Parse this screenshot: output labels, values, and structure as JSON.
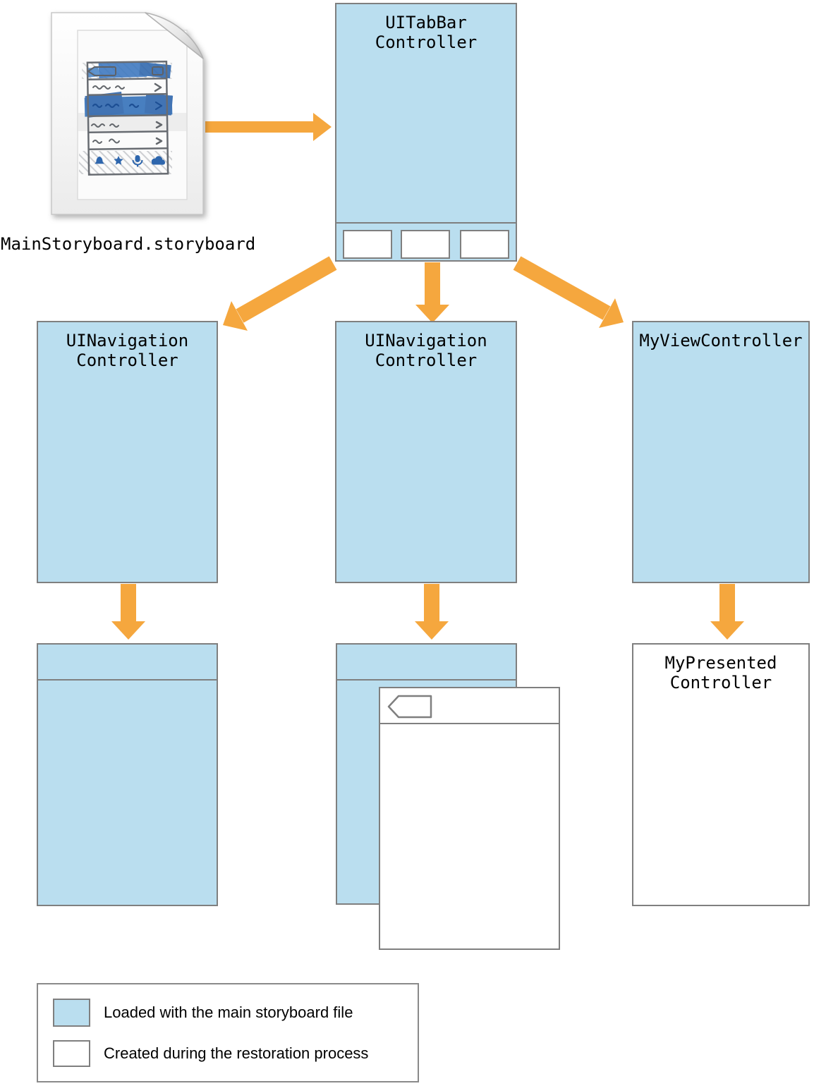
{
  "file_icon": {
    "name": "storyboard-document-icon",
    "label": "MainStoryboard.storyboard"
  },
  "nodes": {
    "tabbar": {
      "label": "UITabBar\nController"
    },
    "nav_left": {
      "label": "UINavigation\nController"
    },
    "nav_center": {
      "label": "UINavigation\nController"
    },
    "my_view": {
      "label": "MyViewController"
    },
    "my_presented": {
      "label": "MyPresented\nController"
    }
  },
  "legend": {
    "items": [
      {
        "swatch_color": "#BADEEF",
        "label": "Loaded with the main storyboard file"
      },
      {
        "swatch_color": "#FFFFFF",
        "label": "Created during the restoration process"
      }
    ]
  },
  "colors": {
    "storyboard_loaded_fill": "#BADEEF",
    "restoration_created_fill": "#FFFFFF",
    "box_border": "#7F7F7F",
    "arrow_orange": "#F5A73E",
    "sketch_blue": "#2E66AD"
  }
}
